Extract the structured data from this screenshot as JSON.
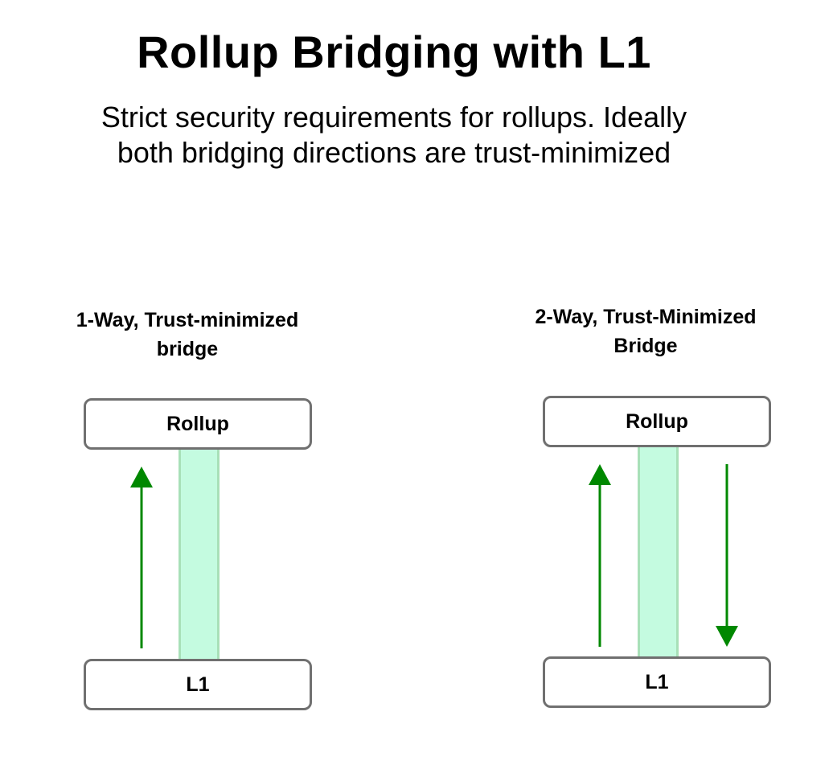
{
  "title": "Rollup Bridging with L1",
  "subtitle_lines": [
    "Strict security requirements for rollups. Ideally",
    "both bridging directions are trust-minimized"
  ],
  "panels": [
    {
      "title_lines": [
        "1-Way, Trust-minimized",
        "bridge"
      ],
      "top_box": "Rollup",
      "bottom_box": "L1",
      "arrows": [
        "up"
      ]
    },
    {
      "title_lines": [
        "2-Way, Trust-Minimized",
        "Bridge"
      ],
      "top_box": "Rollup",
      "bottom_box": "L1",
      "arrows": [
        "up",
        "down"
      ]
    }
  ],
  "colors": {
    "arrow": "#008800",
    "bridge_fill": "#c4fbe0",
    "bridge_border": "#a8e0b8",
    "box_border": "#707070"
  }
}
